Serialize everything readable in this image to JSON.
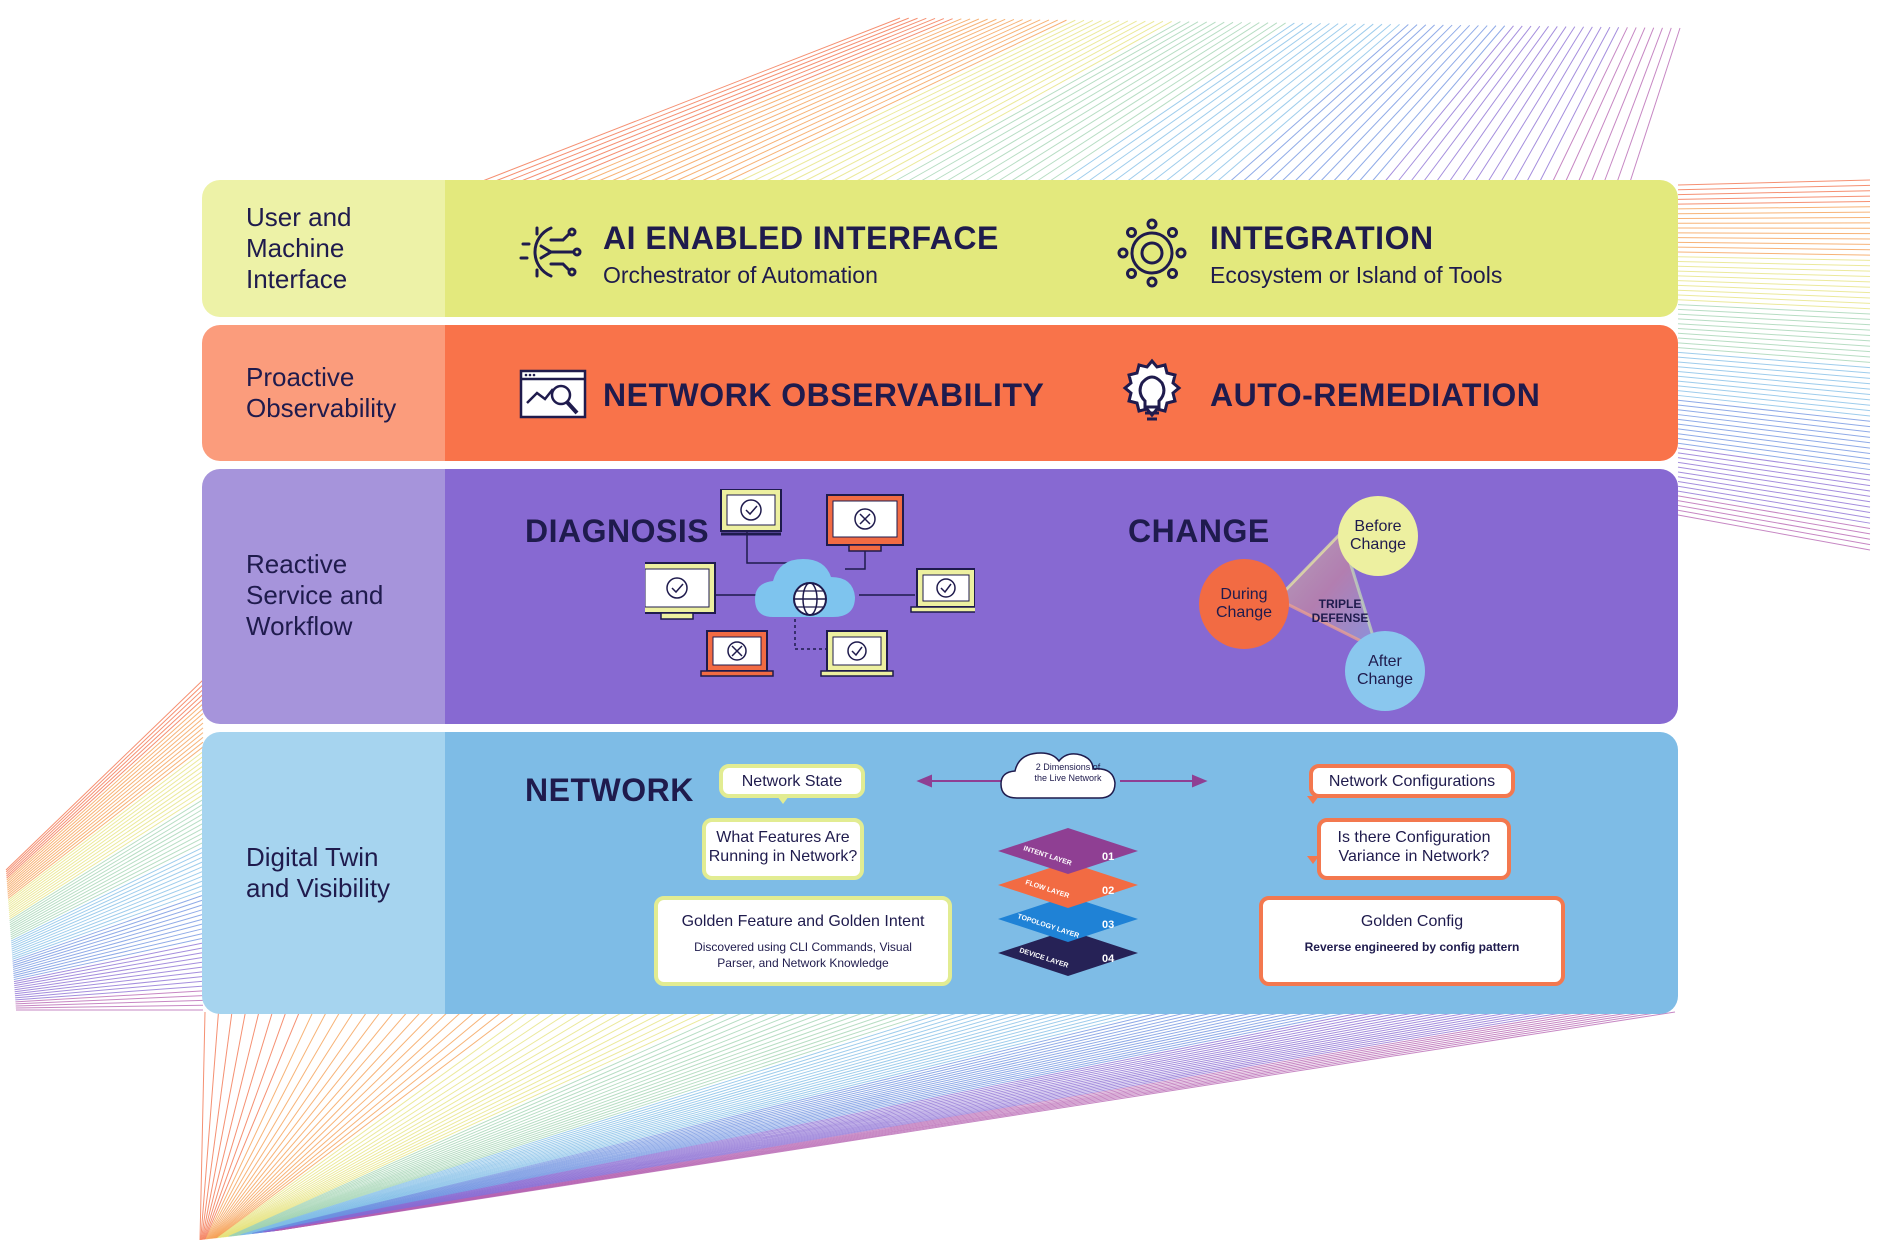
{
  "colors": {
    "yellow_main": "#e3e97d",
    "yellow_side": "#edf2a7",
    "orange_main": "#f9734a",
    "orange_side": "#fb9c7c",
    "purple_main": "#8769d2",
    "purple_side": "#a694db",
    "blue_main": "#7ebce6",
    "blue_side": "#a6d4ef",
    "navy": "#1f1b4d",
    "box_green_border": "#e2ec92",
    "box_orange_border": "#f3784f",
    "monitor_red": "#f26b43",
    "monitor_yellow": "#edf0a0",
    "cloud_blue": "#7ec4ee",
    "before_yellow": "#edf0a0",
    "during_orange": "#f26b43",
    "after_blue": "#8ac7ee"
  },
  "bands": {
    "user": {
      "side_label": "User and\nMachine\nInterface",
      "left": {
        "icon": "circuit-brain-icon",
        "title": "AI ENABLED INTERFACE",
        "subtitle": "Orchestrator of Automation"
      },
      "right": {
        "icon": "gear-icon",
        "title": "INTEGRATION",
        "subtitle": "Ecosystem or Island of Tools"
      }
    },
    "proactive": {
      "side_label": "Proactive\nObservability",
      "left": {
        "icon": "magnifier-chart-icon",
        "title": "NETWORK OBSERVABILITY"
      },
      "right": {
        "icon": "lightbulb-gear-icon",
        "title": "AUTO-REMEDIATION"
      }
    },
    "reactive": {
      "side_label": "Reactive\nService and\nWorkflow",
      "diagnosis": {
        "title": "DIAGNOSIS",
        "icons": [
          "cloud-globe-icon",
          "monitor-check-icon",
          "monitor-error-icon",
          "laptop-check-icon",
          "laptop-error-icon"
        ]
      },
      "change": {
        "title": "CHANGE",
        "before": "Before\nChange",
        "during": "During\nChange",
        "after": "After\nChange",
        "center": "TRIPLE\nDEFENSE"
      }
    },
    "digital": {
      "side_label": "Digital Twin\nand Visibility",
      "network": {
        "title": "NETWORK",
        "state": "Network State",
        "cloud_label": "2 Dimensions of\nthe Live Network",
        "configs": "Network Configurations",
        "features_q": "What Features Are\nRunning in Network?",
        "golden_feature": "Golden Feature and Golden Intent",
        "golden_feature_sub": "Discovered using CLI Commands, Visual\nParser, and Network Knowledge",
        "variance_q": "Is there Configuration\nVariance in Network?",
        "golden_config": "Golden Config",
        "golden_config_sub": "Reverse engineered by config pattern",
        "layers": [
          {
            "name": "INTENT LAYER",
            "num": "01",
            "color": "#8f3f93"
          },
          {
            "name": "FLOW LAYER",
            "num": "02",
            "color": "#f26b43"
          },
          {
            "name": "TOPOLOGY LAYER",
            "num": "03",
            "color": "#1f82d6"
          },
          {
            "name": "DEVICE LAYER",
            "num": "04",
            "color": "#262256"
          }
        ]
      }
    }
  }
}
